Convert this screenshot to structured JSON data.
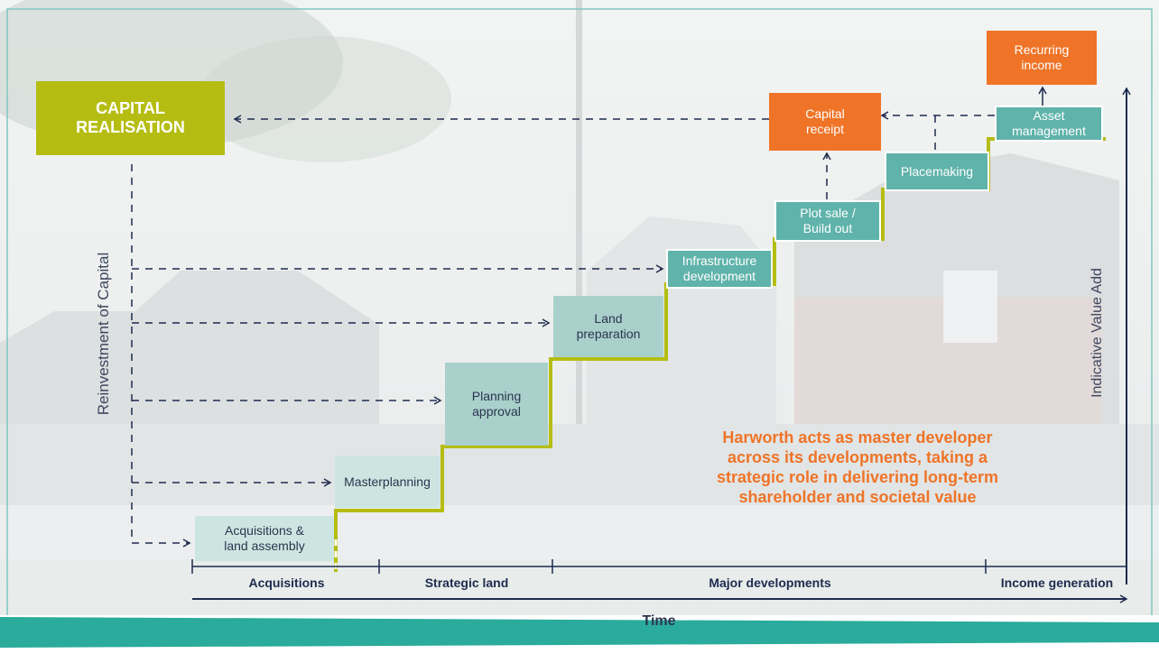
{
  "capital_realisation": "CAPITAL\nREALISATION",
  "y_axis_label": "Indicative Value Add",
  "x_axis_label": "Time",
  "reinvestment_label": "Reinvestment of Capital",
  "steps": [
    {
      "label": "Acquisitions &\nland assembly"
    },
    {
      "label": "Masterplanning"
    },
    {
      "label": "Planning\napproval"
    },
    {
      "label": "Land\npreparation"
    },
    {
      "label": "Infrastructure\ndevelopment"
    },
    {
      "label": "Plot sale /\nBuild out"
    },
    {
      "label": "Placemaking"
    },
    {
      "label": "Asset\nmanagement"
    }
  ],
  "outcomes": {
    "capital_receipt": "Capital\nreceipt",
    "recurring_income": "Recurring\nincome"
  },
  "phases": [
    {
      "label": "Acquisitions"
    },
    {
      "label": "Strategic land"
    },
    {
      "label": "Major developments"
    },
    {
      "label": "Income generation"
    }
  ],
  "callout": "Harworth acts as master developer\nacross its developments, taking a\nstrategic role in delivering long-term\nshareholder and societal value",
  "colors": {
    "navy": "#1e2b4f",
    "teal": "#5fb3aa",
    "lime": "#b5bd12",
    "orange": "#ef7427",
    "light_teal": "#cde5e0",
    "band_teal": "#2aab9c"
  }
}
